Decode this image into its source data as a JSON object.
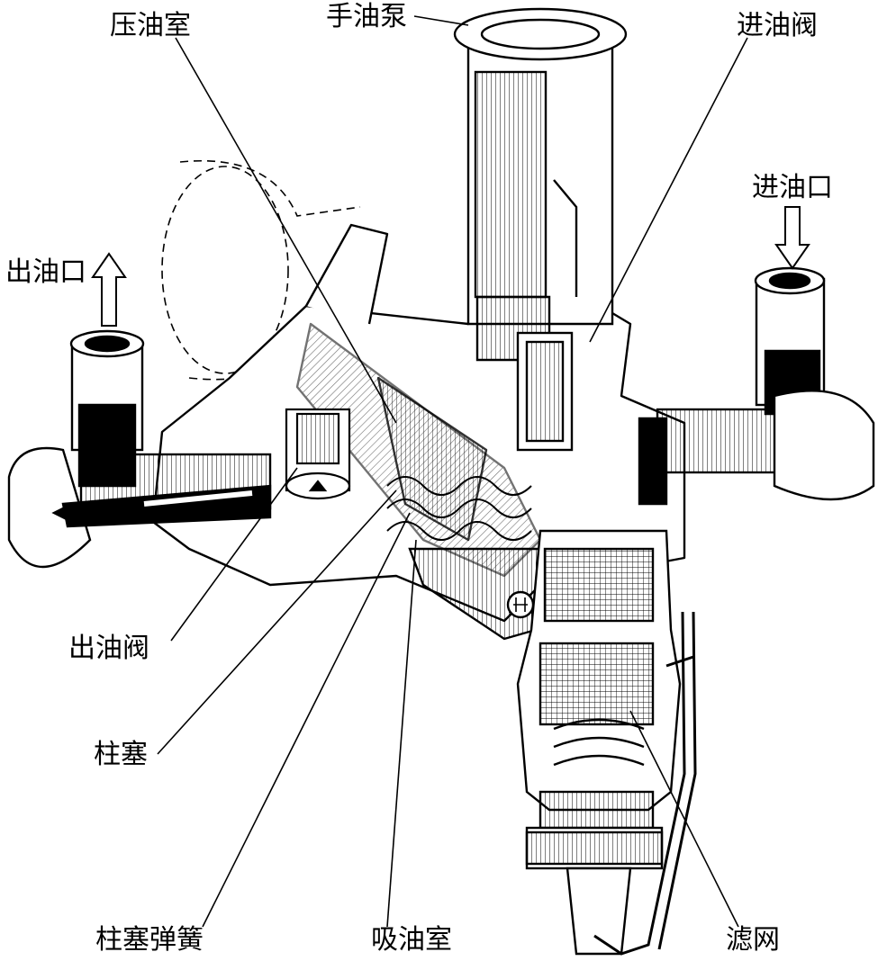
{
  "labels": {
    "pressure_chamber": "压油室",
    "hand_pump": "手油泵",
    "inlet_valve": "进油阀",
    "inlet_port": "进油口",
    "outlet_port": "出油口",
    "outlet_valve": "出油阀",
    "plunger": "柱塞",
    "plunger_spring": "柱塞弹簧",
    "suction_chamber": "吸油室",
    "filter_screen": "滤网"
  },
  "colors": {
    "ink": "#000000",
    "paper": "#ffffff",
    "shade": "#e8e8e8"
  }
}
